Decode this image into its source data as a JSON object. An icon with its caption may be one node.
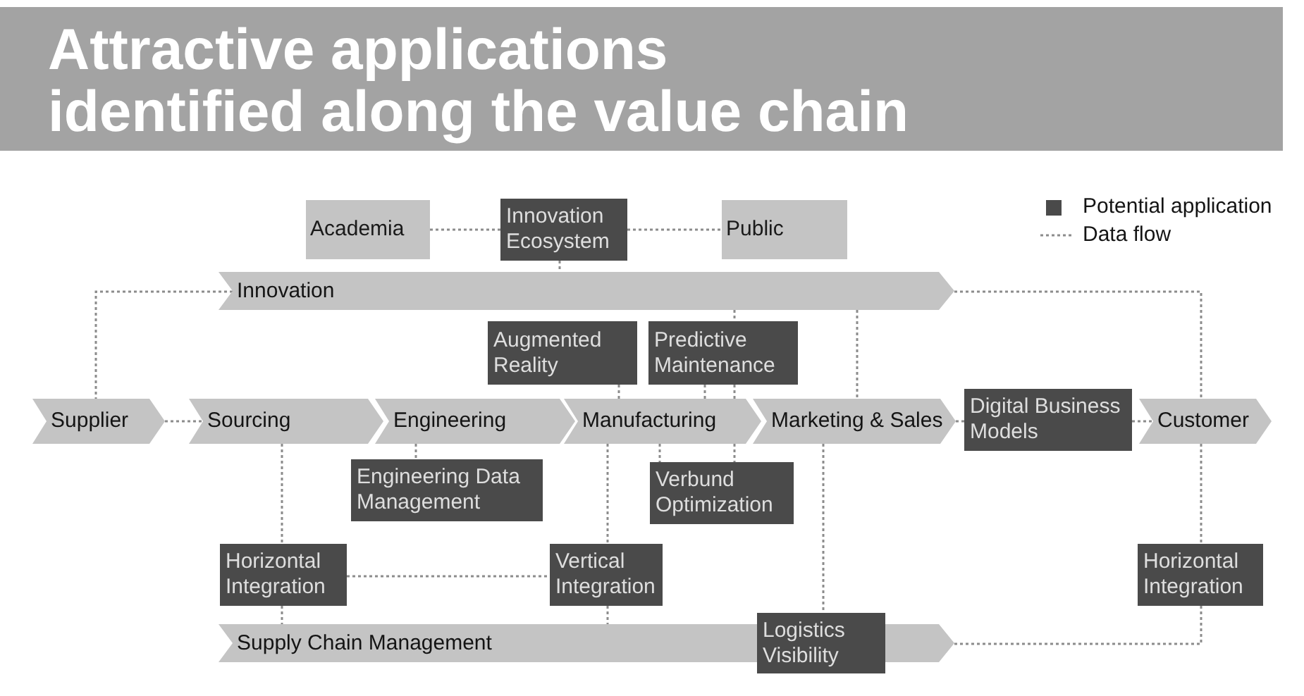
{
  "diagram": {
    "title": "Attractive applications identified along the value chain",
    "nodes": [
      {
        "text": [
          "Academia"
        ]
      },
      {
        "text": [
          "Innovation Ecosystem"
        ]
      },
      {
        "text": [
          "Public"
        ]
      },
      {
        "text": [
          "Innovation"
        ]
      },
      {
        "text": [
          "Augmented Reality"
        ]
      },
      {
        "text": [
          "Predictive Maintenance"
        ]
      },
      {
        "text": [
          "Supplier"
        ]
      },
      {
        "text": [
          "Sourcing"
        ]
      },
      {
        "text": [
          "Engineering"
        ]
      },
      {
        "text": [
          "Manufacturing"
        ]
      },
      {
        "text": [
          "Marketing & Sales"
        ]
      },
      {
        "text": [
          "Digital Business Models"
        ]
      },
      {
        "text": [
          "Customer"
        ]
      },
      {
        "text": [
          "Engineering Data Management"
        ]
      },
      {
        "text": [
          "Verbund Optimization"
        ]
      },
      {
        "text": [
          "Horizontal Integration"
        ]
      },
      {
        "text": [
          "Vertical Integration"
        ]
      },
      {
        "text": [
          "Horizontal Integration"
        ]
      },
      {
        "text": [
          "Supply Chain Management"
        ]
      },
      {
        "text": [
          "Logistics Visibility"
        ]
      }
    ],
    "edges": [
      {
        "from": 0,
        "to": 1,
        "arrow": "none"
      },
      {
        "from": 1,
        "to": 2,
        "arrow": "none"
      },
      {
        "from": 1,
        "to": 3,
        "arrow": "none"
      },
      {
        "from": 3,
        "to": 6,
        "arrow": "none"
      },
      {
        "from": 3,
        "to": 12,
        "arrow": "none"
      },
      {
        "from": 4,
        "to": 9,
        "arrow": "none"
      },
      {
        "from": 3,
        "to": 5,
        "arrow": "none"
      },
      {
        "from": 5,
        "to": 9,
        "arrow": "none"
      },
      {
        "from": 5,
        "to": 9,
        "arrow": "none"
      },
      {
        "from": 3,
        "to": 10,
        "arrow": "none"
      },
      {
        "from": 6,
        "to": 7,
        "arrow": "none"
      },
      {
        "from": 10,
        "to": 11,
        "arrow": "none"
      },
      {
        "from": 11,
        "to": 12,
        "arrow": "none"
      },
      {
        "from": 8,
        "to": 13,
        "arrow": "none"
      },
      {
        "from": 9,
        "to": 14,
        "arrow": "none"
      },
      {
        "from": 9,
        "to": 14,
        "arrow": "none"
      },
      {
        "from": 7,
        "to": 15,
        "arrow": "none"
      },
      {
        "from": 9,
        "to": 16,
        "arrow": "none"
      },
      {
        "from": 10,
        "to": 19,
        "arrow": "none"
      },
      {
        "from": 12,
        "to": 17,
        "arrow": "none"
      },
      {
        "from": 15,
        "to": 16,
        "arrow": "none"
      },
      {
        "from": 15,
        "to": 18,
        "arrow": "none"
      },
      {
        "from": 16,
        "to": 18,
        "arrow": "none"
      },
      {
        "from": 17,
        "to": 18,
        "arrow": "none"
      }
    ],
    "legend": [
      {
        "text": "Potential application",
        "color": "#4a4a4a"
      },
      {
        "text": "Data flow"
      }
    ]
  }
}
